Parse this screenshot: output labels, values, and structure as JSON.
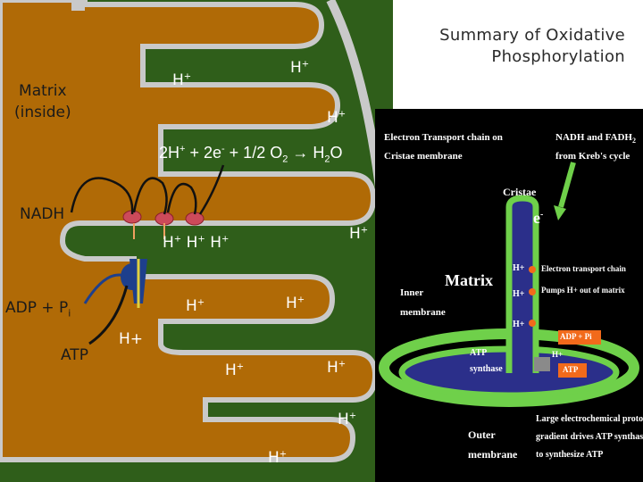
{
  "title": {
    "line1": "Summary of Oxidative",
    "line2": "Phosphorylation"
  },
  "labels": {
    "matrix_line1": "Matrix",
    "matrix_line2": "(inside)",
    "nadh": "NADH",
    "adp_main": "ADP + P",
    "adp_sub": "i",
    "atp": "ATP"
  },
  "protons": {
    "base": "H",
    "charge": "+",
    "trio": "H+ H+ H+",
    "h_plus": "H+"
  },
  "equation": {
    "part1": "2H",
    "part1_sup": "+",
    "part2": " + 2e",
    "part2_sup": "-",
    "part3": " + 1/2 O",
    "part3_sub": "2",
    "arrow": " → ",
    "part4": "H",
    "part4_sub": "2",
    "part5": "O"
  },
  "panel": {
    "etc_title_1": "Electron Transport chain on",
    "etc_title_2": "Cristae membrane",
    "nadh_title_1": "NADH and FADH",
    "nadh_title_1_sub": "2",
    "nadh_title_2": "from Kreb's cycle",
    "cristae": "Cristae",
    "e_minus": "e",
    "e_minus_sup": "-",
    "matrix": "Matrix",
    "inner_1": "Inner",
    "inner_2": "membrane",
    "outer_1": "Outer",
    "outer_2": "membrane",
    "etc_note_1": "Electron transport chain",
    "etc_note_2": "Pumps H+ out of matrix",
    "h_plus": "H+",
    "adp_pi": "ADP + Pi",
    "atp": "ATP",
    "atp_synthase_1": "ATP",
    "atp_synthase_2": "synthase",
    "gradient_1": "Large electrochemical proton",
    "gradient_2": "gradient drives ATP synthase",
    "gradient_3": "to synthesize ATP",
    "colors": {
      "membrane": "#6fd04a",
      "matrix_fill": "#2b2f8a",
      "orange": "#f26a1b",
      "text": "#ffffff"
    }
  },
  "colors": {
    "intermembrane_green": "#2f5e1a",
    "matrix_brown": "#b06a06",
    "membrane_gray": "#c9c9c9",
    "complex_red": "#cc4a5a",
    "synthase_blue": "#1e3f8c",
    "arrow_dark": "#111111"
  }
}
